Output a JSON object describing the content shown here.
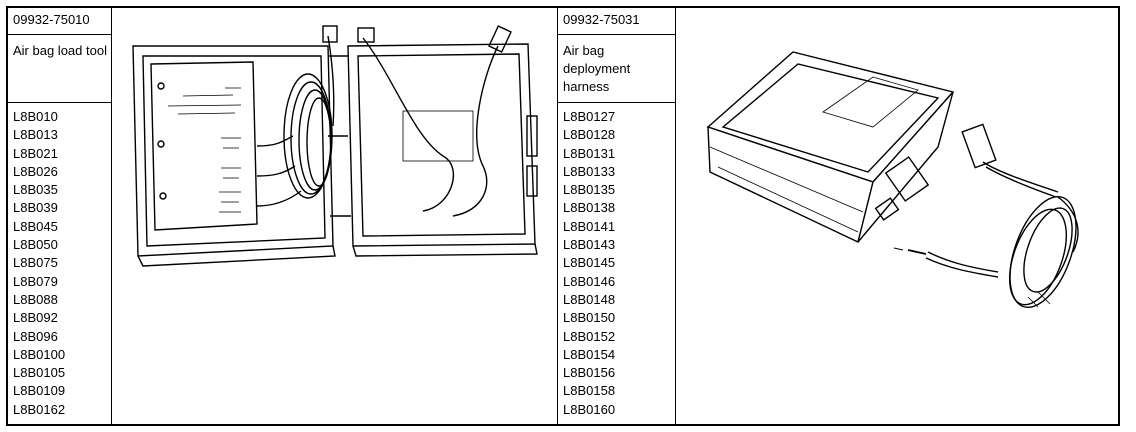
{
  "left": {
    "part_number": "09932-75010",
    "name": "Air bag load tool",
    "codes": [
      "L8B010",
      "L8B013",
      "L8B021",
      "L8B026",
      "L8B035",
      "L8B039",
      "L8B045",
      "L8B050",
      "L8B075",
      "L8B079",
      "L8B088",
      "L8B092",
      "L8B096",
      "L8B0100",
      "L8B0105",
      "L8B0109",
      "L8B0162"
    ]
  },
  "right": {
    "part_number": "09932-75031",
    "name": "Air bag deployment harness",
    "codes": [
      "L8B0127",
      "L8B0128",
      "L8B0131",
      "L8B0133",
      "L8B0135",
      "L8B0138",
      "L8B0141",
      "L8B0143",
      "L8B0145",
      "L8B0146",
      "L8B0148",
      "L8B0150",
      "L8B0152",
      "L8B0154",
      "L8B0156",
      "L8B0158",
      "L8B0160"
    ]
  }
}
